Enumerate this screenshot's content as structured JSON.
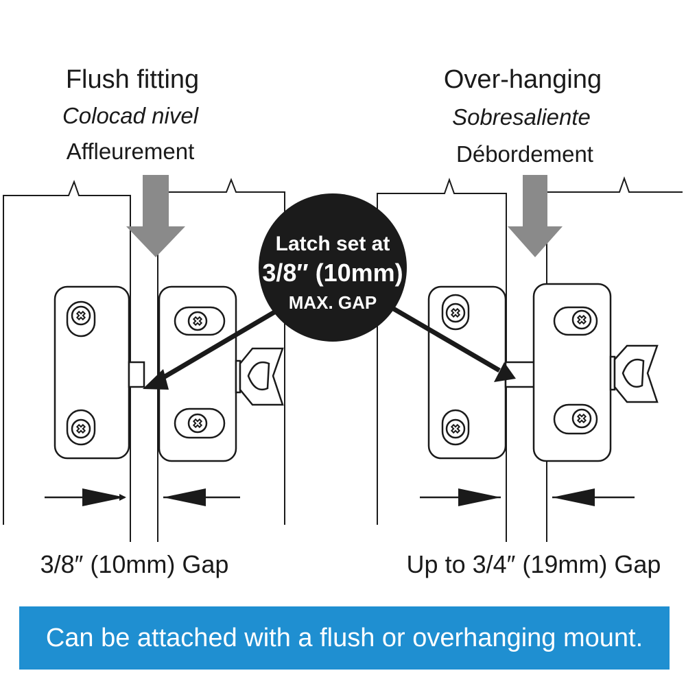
{
  "flush": {
    "title": "Flush fitting",
    "spanish": "Colocad nivel",
    "french": "Affleurement",
    "gap_label_fraction": "3/8",
    "gap_label_rest": "″ (10mm) Gap"
  },
  "overhang": {
    "title": "Over-hanging",
    "spanish": "Sobresaliente",
    "french": "Débordement",
    "gap_label_prefix": "Up to ",
    "gap_label_fraction": "3/4",
    "gap_label_rest": "″ (19mm) Gap"
  },
  "callout": {
    "line1": "Latch set at",
    "line2": "3/8″ (10mm)",
    "line3": "MAX. GAP"
  },
  "banner": {
    "text": "Can be attached with a flush or overhanging mount."
  },
  "colors": {
    "banner_bg": "#1f8fd1",
    "banner_text": "#ffffff",
    "arrow_gray": "#8a8a8a",
    "callout_fill": "#1b1b1b",
    "line": "#1a1a1a"
  },
  "icons": [
    "down-arrow-icon",
    "screw-icon",
    "gap-arrow-icon",
    "latch-knob-icon"
  ]
}
